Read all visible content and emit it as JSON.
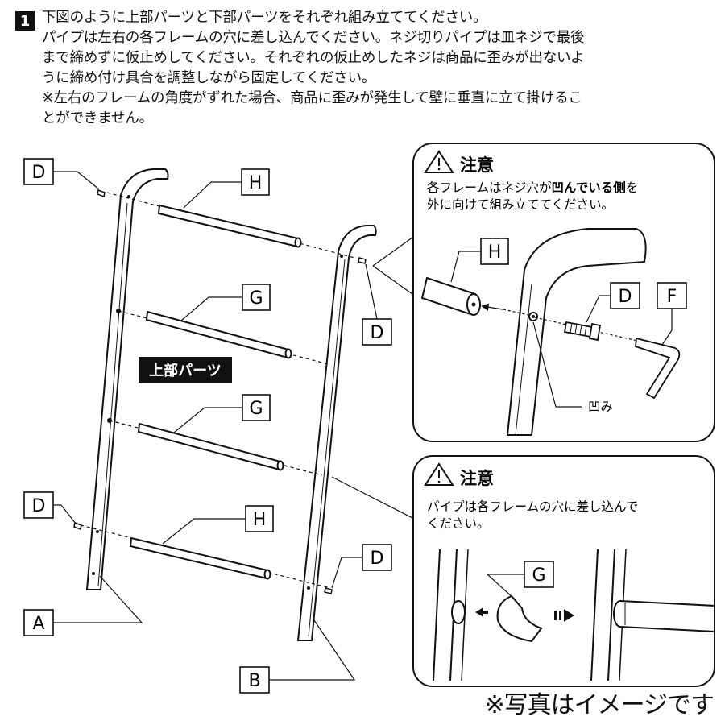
{
  "step": {
    "number": "1",
    "lines": [
      "下図のように上部パーツと下部パーツをそれぞれ組み立ててください。",
      "パイプは左右の各フレームの穴に差し込んでください。ネジ切りパイプは皿ネジで最後",
      "まで締めずに仮止めしてください。それぞれの仮止めしたネジは商品に歪みが出ないよ",
      "うに締め付け具合を調整しながら固定してください。",
      "※左右のフレームの角度がずれた場合、商品に歪みが発生して壁に垂直に立て掛けるこ",
      "とができません。"
    ]
  },
  "diagram": {
    "part_labels": {
      "d_top_left": "D",
      "d_top_right": "D",
      "d_bottom_left": "D",
      "d_bottom_right": "D",
      "h_top": "H",
      "h_bottom": "H",
      "g_upper": "G",
      "g_lower": "G",
      "frame_left": "A",
      "frame_right": "B"
    },
    "assembly_badge": "上部パーツ"
  },
  "caution_top": {
    "icon": "warning-triangle-icon",
    "title": "注意",
    "line1_pre": "各フレームはネジ穴が",
    "line1_bold": "凹んでいる側",
    "line1_post": "を",
    "line2": "外に向けて組み立ててください。",
    "label_h": "H",
    "label_d": "D",
    "label_f": "F",
    "recess_label": "凹み"
  },
  "caution_bottom": {
    "icon": "warning-triangle-icon",
    "title": "注意",
    "line1": "パイプは各フレームの穴に差し込んで",
    "line2": "ください。",
    "label_g": "G"
  },
  "footer": "※写真はイメージです"
}
